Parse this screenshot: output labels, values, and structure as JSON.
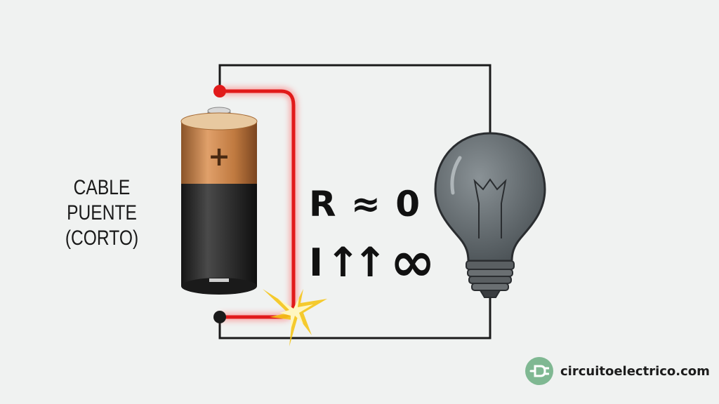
{
  "labels": {
    "jumper_line1": "CABLE PUENTE",
    "jumper_line2": "(CORTO)",
    "battery_plus": "+"
  },
  "formula": {
    "r_symbol": "R",
    "approx": "≈",
    "r_value": "0",
    "i_symbol": "I",
    "arrows": "↑↑",
    "infinity": "∞"
  },
  "brand": {
    "text": "circuitoelectrico.com",
    "logo_icon": "plug-icon"
  },
  "colors": {
    "background": "#f0f2f1",
    "wire": "#1a1a1a",
    "short_wire": "#e11a1a",
    "short_wire_glow": "#ff7a7a",
    "spark": "#f5c518",
    "battery_top": "#c9864e",
    "battery_body": "#2b2b2b",
    "bulb_glass": "#5e6569",
    "bulb_base": "#5a5f62",
    "brand_logo": "#7fb892"
  }
}
